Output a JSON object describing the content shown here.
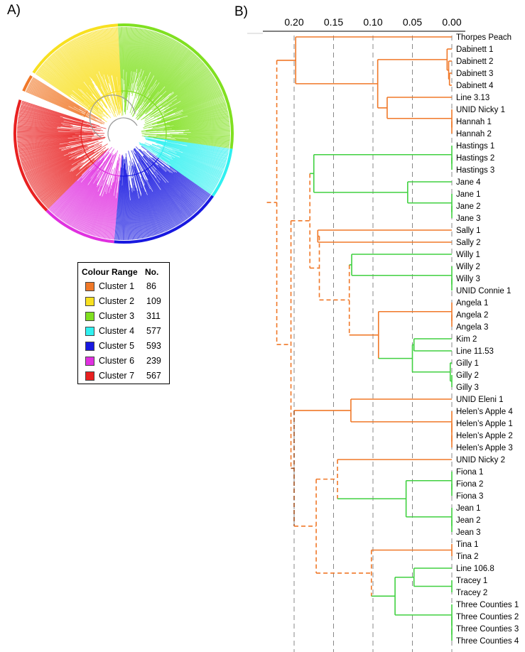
{
  "panel_labels": {
    "a": "A)",
    "b": "B)"
  },
  "legend": {
    "header_name": "Colour Range",
    "header_count": "No.",
    "rows": [
      {
        "name": "Cluster 1",
        "count": "86",
        "color": "#f07828"
      },
      {
        "name": "Cluster 2",
        "count": "109",
        "color": "#f8e020"
      },
      {
        "name": "Cluster 3",
        "count": "311",
        "color": "#80e020"
      },
      {
        "name": "Cluster 4",
        "count": "577",
        "color": "#30f0f0"
      },
      {
        "name": "Cluster 5",
        "count": "593",
        "color": "#1818e0"
      },
      {
        "name": "Cluster 6",
        "count": "239",
        "color": "#e030e0"
      },
      {
        "name": "Cluster 7",
        "count": "567",
        "color": "#e82020"
      }
    ]
  },
  "dendrogram": {
    "axis_ticks": [
      "0.20",
      "0.15",
      "0.10",
      "0.05",
      "0.00"
    ],
    "axis_tick_values": [
      0.2,
      0.15,
      0.1,
      0.05,
      0.0
    ],
    "colors": {
      "orange": "#f07828",
      "green": "#40d040",
      "dark": "#a05020",
      "grid": "#888888"
    },
    "leaves": [
      "Thorpes Peach",
      "Dabinett 1",
      "Dabinett 2",
      "Dabinett 3",
      "Dabinett 4",
      "Line 3.13",
      "UNID Nicky 1",
      "Hannah 1",
      "Hannah 2",
      "Hastings 1",
      "Hastings 2",
      "Hastings 3",
      "Jane 4",
      "Jane 1",
      "Jane 2",
      "Jane  3",
      "Sally 1",
      "Sally 2",
      "Willy 1",
      "Willy 2",
      "Willy 3",
      "UNID Connie 1",
      "Angela 1",
      "Angela 2",
      "Angela 3",
      "Kim 2",
      "Line 11.53",
      "Gilly 1",
      "Gilly 2",
      "Gilly 3",
      "UNID Eleni 1",
      "Helen’s Apple 4",
      "Helen’s Apple 1",
      "Helen’s Apple 2",
      "Helen’s Apple 3",
      "UNID Nicky 2",
      "Fiona 1",
      "Fiona 2",
      "Fiona 3",
      "Jean 1",
      "Jean 2",
      "Jean 3",
      "Tina 1",
      "Tina 2",
      "Line 106.8",
      "Tracey 1",
      "Tracey 2",
      "Three Counties 1",
      "Three Counties 2",
      "Three Counties 3",
      "Three Counties 4"
    ]
  }
}
